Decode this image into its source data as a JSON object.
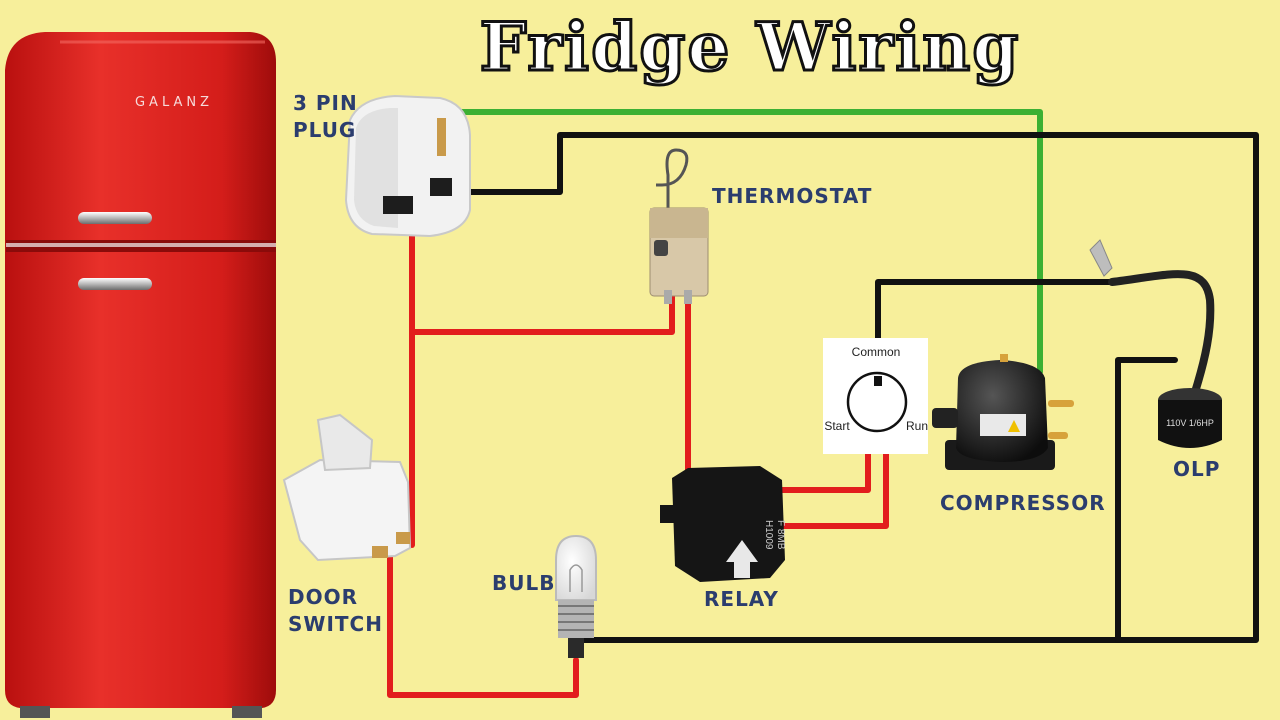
{
  "title": "Fridge Wiring",
  "fridge": {
    "brand": "GALANZ",
    "color": "#e0221e"
  },
  "labels": {
    "plug_line1": "3 PIN",
    "plug_line2": "PLUG",
    "thermostat": "THERMOSTAT",
    "compressor": "COMPRESSOR",
    "olp": "OLP",
    "door_line1": "DOOR",
    "door_line2": "SWITCH",
    "bulb": "BULB",
    "relay": "RELAY"
  },
  "terminal_labels": {
    "common": "Common",
    "start": "Start",
    "run": "Run"
  },
  "olp_rating": "110V 1/6HP",
  "relay_code_1": "F 8MB",
  "relay_code_2": "H1009",
  "wire_colors": {
    "earth": "#3cb033",
    "live": "#e21d1d",
    "neutral": "#111111"
  }
}
